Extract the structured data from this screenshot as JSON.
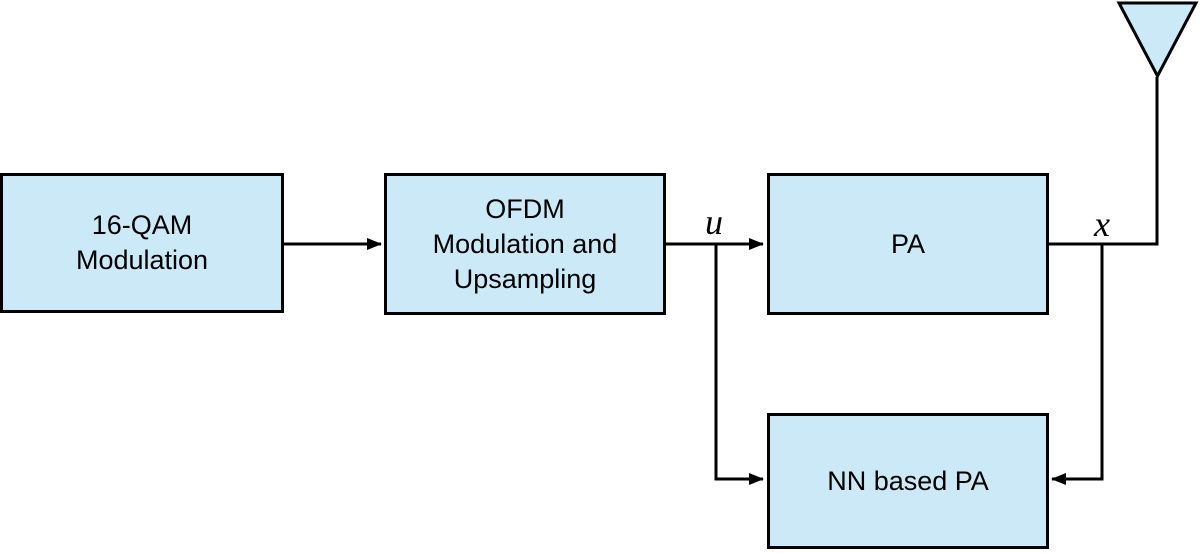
{
  "diagram": {
    "blocks": {
      "qam": {
        "label": "16-QAM\nModulation"
      },
      "ofdm": {
        "label": "OFDM\nModulation and\nUpsampling"
      },
      "pa": {
        "label": "PA"
      },
      "nn_pa": {
        "label": "NN based PA"
      }
    },
    "signal_labels": {
      "u": "u",
      "x": "x"
    },
    "icons": {
      "antenna": "antenna-icon"
    },
    "colors": {
      "background": "#ffffff",
      "block_fill": "#cbe9f7",
      "block_border": "#000000",
      "connector": "#000000",
      "text": "#000000"
    }
  }
}
